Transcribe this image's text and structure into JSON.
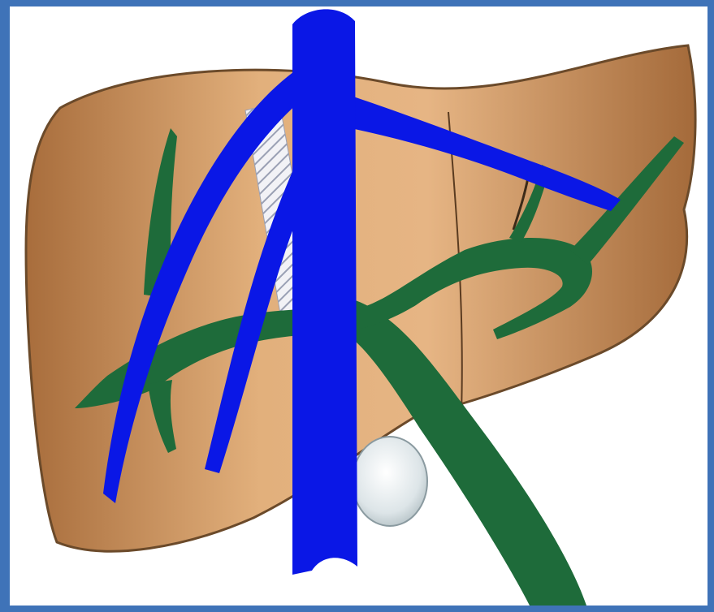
{
  "figure": {
    "subject": "liver-vascular-anatomy",
    "labels": [],
    "colors": {
      "frame": "#3f73b8",
      "background": "#ffffff",
      "liver": "#c28a56",
      "liver_outline": "#6b4a2a",
      "portal_vein": "#1e6b3a",
      "hepatic_veins": "#0a17e6",
      "gallbladder": "#dfe6e8",
      "hatched_band": "#c8ccd8"
    },
    "structures": [
      "liver",
      "vena-cava",
      "right-hepatic-vein",
      "middle-hepatic-vein",
      "left-hepatic-vein",
      "portal-vein",
      "gallbladder",
      "hatched-band",
      "segment-boundary-lines"
    ]
  }
}
